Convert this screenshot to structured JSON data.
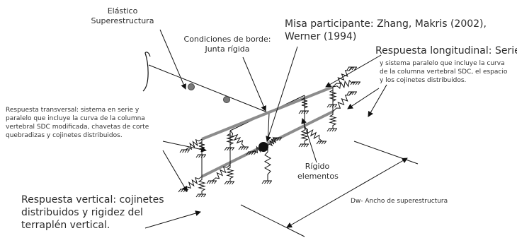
{
  "labels": {
    "elastic_superstructure": [
      "Elástico",
      "Superestructura"
    ],
    "boundary_conditions": [
      "Condiciones de borde:",
      "Junta rígida"
    ],
    "participating_mass": [
      "Misa participante: Zhang, Makris (2002),",
      "Werner (1994)"
    ],
    "longitudinal_title": "Respuesta longitudinal: Serie",
    "longitudinal_body": [
      "y sistema paralelo que incluye la curva",
      "de la columna vertebral SDC, el espacio",
      "y los cojinetes distribuidos."
    ],
    "transverse": [
      "Respuesta transversal: sistema en serie y",
      "paralelo que incluye la curva de la columna",
      "vertebral SDC modificada, chavetas de corte",
      "quebradizas y cojinetes distribuidos."
    ],
    "rigid_elements": [
      "Rígido",
      "elementos"
    ],
    "vertical": [
      "Respuesta vertical: cojinetes",
      "distribuidos y rigidez del",
      "terraplén vertical."
    ],
    "width": "Dw- Ancho de superestructura"
  },
  "colors": {
    "beam": "#8c8c8c",
    "ink": "#111111",
    "node": "#7a7a7a",
    "mass": "#111111",
    "text": "#2b2b2b"
  }
}
